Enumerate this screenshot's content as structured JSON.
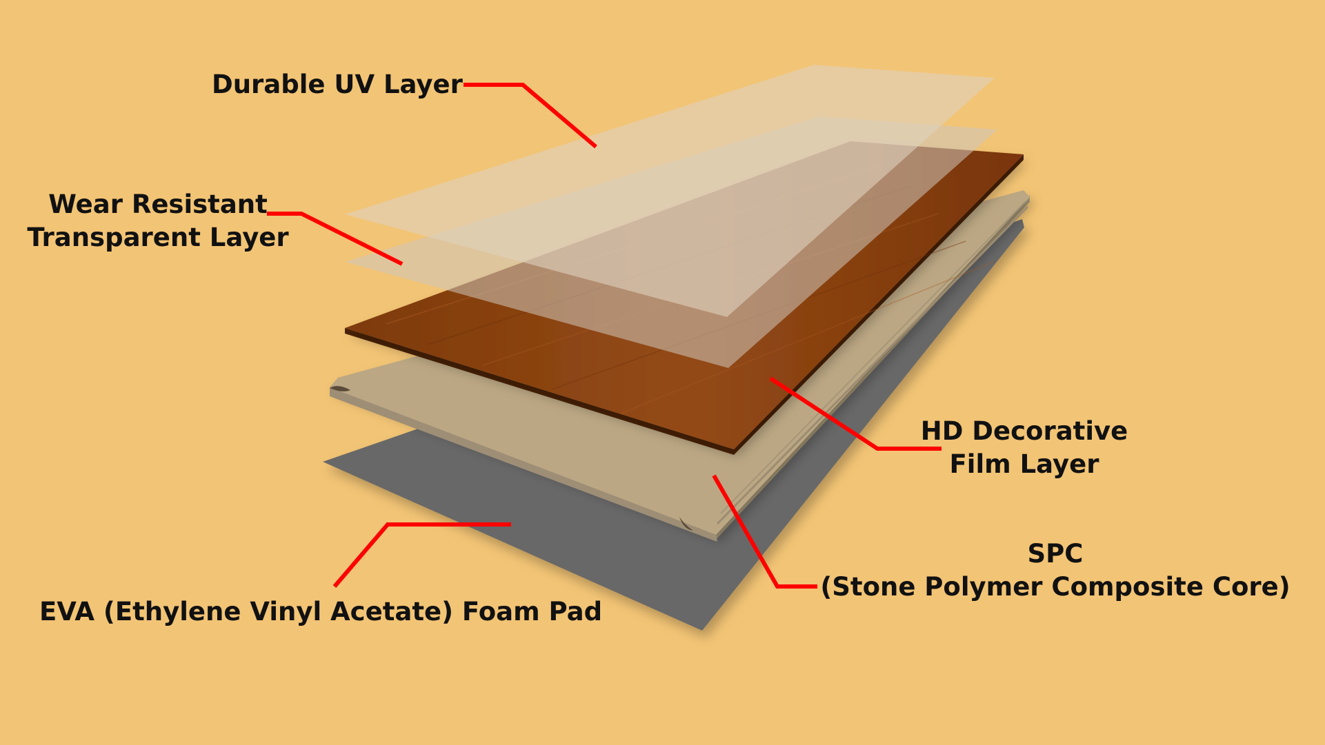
{
  "colors": {
    "background": "#F2C475",
    "leader_line": "#FF0000",
    "uv_layer": "#E0D2BE",
    "wear_layer": "#CFC7BC",
    "decorative_film": "#8B4513",
    "spc_core": "#BBA783",
    "foam_pad": "#676767"
  },
  "labels": {
    "uv": {
      "line1": "Durable UV Layer"
    },
    "wear": {
      "line1": "Wear Resistant",
      "line2": "Transparent Layer"
    },
    "film": {
      "line1": "HD Decorative",
      "line2": "Film Layer"
    },
    "spc": {
      "line1": "SPC",
      "line2": "(Stone Polymer Composite Core)"
    },
    "eva": {
      "line1": "EVA (Ethylene Vinyl Acetate) Foam Pad"
    }
  }
}
